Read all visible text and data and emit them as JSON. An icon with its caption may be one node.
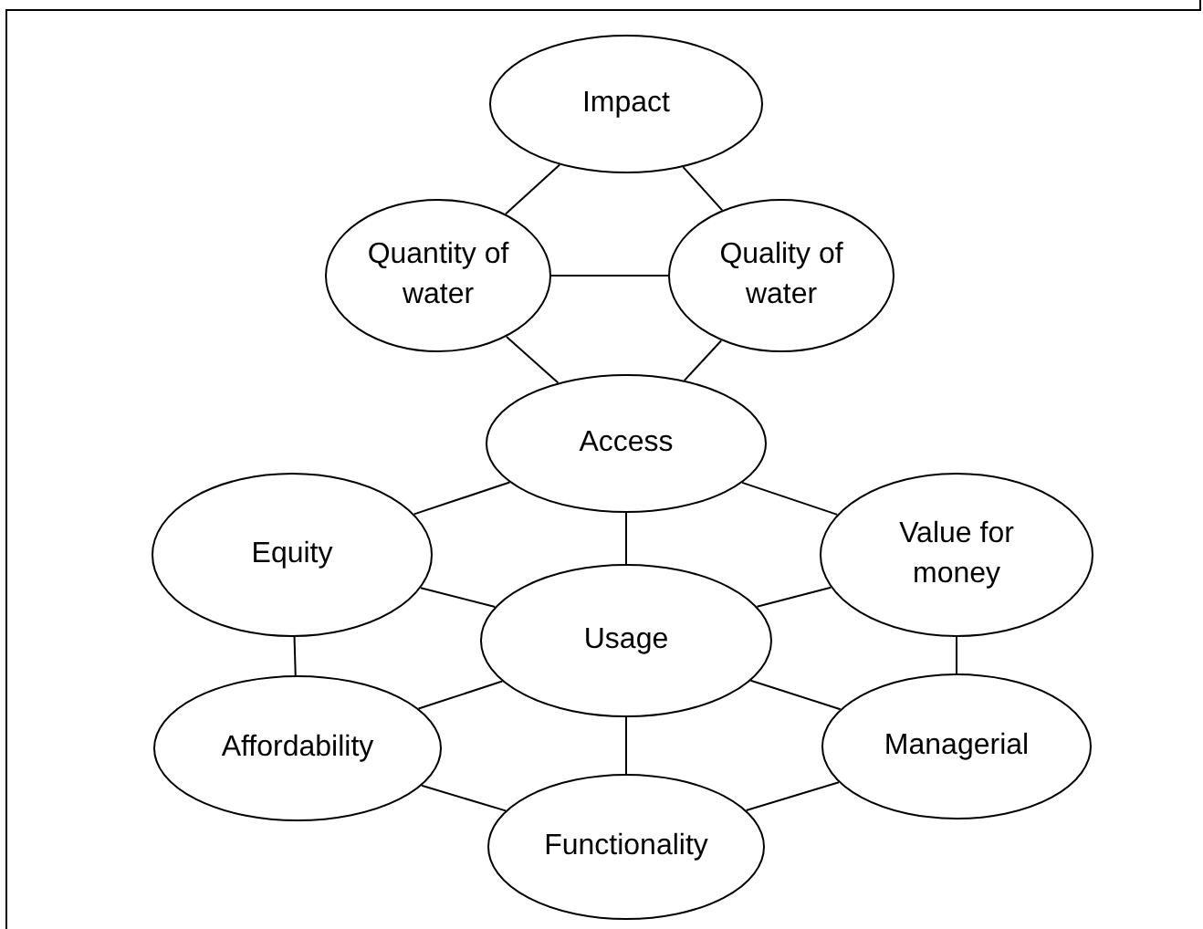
{
  "diagram": {
    "nodes": [
      {
        "text": [
          "Impact"
        ]
      },
      {
        "text": [
          "Quantity of water"
        ]
      },
      {
        "text": [
          "Quality of water"
        ]
      },
      {
        "text": [
          "Access"
        ]
      },
      {
        "text": [
          "Equity"
        ]
      },
      {
        "text": [
          "Value for money"
        ]
      },
      {
        "text": [
          "Usage"
        ]
      },
      {
        "text": [
          "Affordability"
        ]
      },
      {
        "text": [
          "Managerial"
        ]
      },
      {
        "text": [
          "Functionality"
        ]
      }
    ],
    "edges": [
      {
        "from": 0,
        "to": 1,
        "arrow": "none"
      },
      {
        "from": 0,
        "to": 2,
        "arrow": "none"
      },
      {
        "from": 1,
        "to": 2,
        "arrow": "none"
      },
      {
        "from": 1,
        "to": 3,
        "arrow": "none"
      },
      {
        "from": 2,
        "to": 3,
        "arrow": "none"
      },
      {
        "from": 3,
        "to": 4,
        "arrow": "none"
      },
      {
        "from": 3,
        "to": 5,
        "arrow": "none"
      },
      {
        "from": 3,
        "to": 6,
        "arrow": "none"
      },
      {
        "from": 4,
        "to": 6,
        "arrow": "none"
      },
      {
        "from": 4,
        "to": 7,
        "arrow": "none"
      },
      {
        "from": 5,
        "to": 6,
        "arrow": "none"
      },
      {
        "from": 5,
        "to": 8,
        "arrow": "none"
      },
      {
        "from": 6,
        "to": 7,
        "arrow": "none"
      },
      {
        "from": 6,
        "to": 8,
        "arrow": "none"
      },
      {
        "from": 6,
        "to": 9,
        "arrow": "none"
      },
      {
        "from": 7,
        "to": 9,
        "arrow": "none"
      },
      {
        "from": 8,
        "to": 9,
        "arrow": "none"
      }
    ]
  }
}
